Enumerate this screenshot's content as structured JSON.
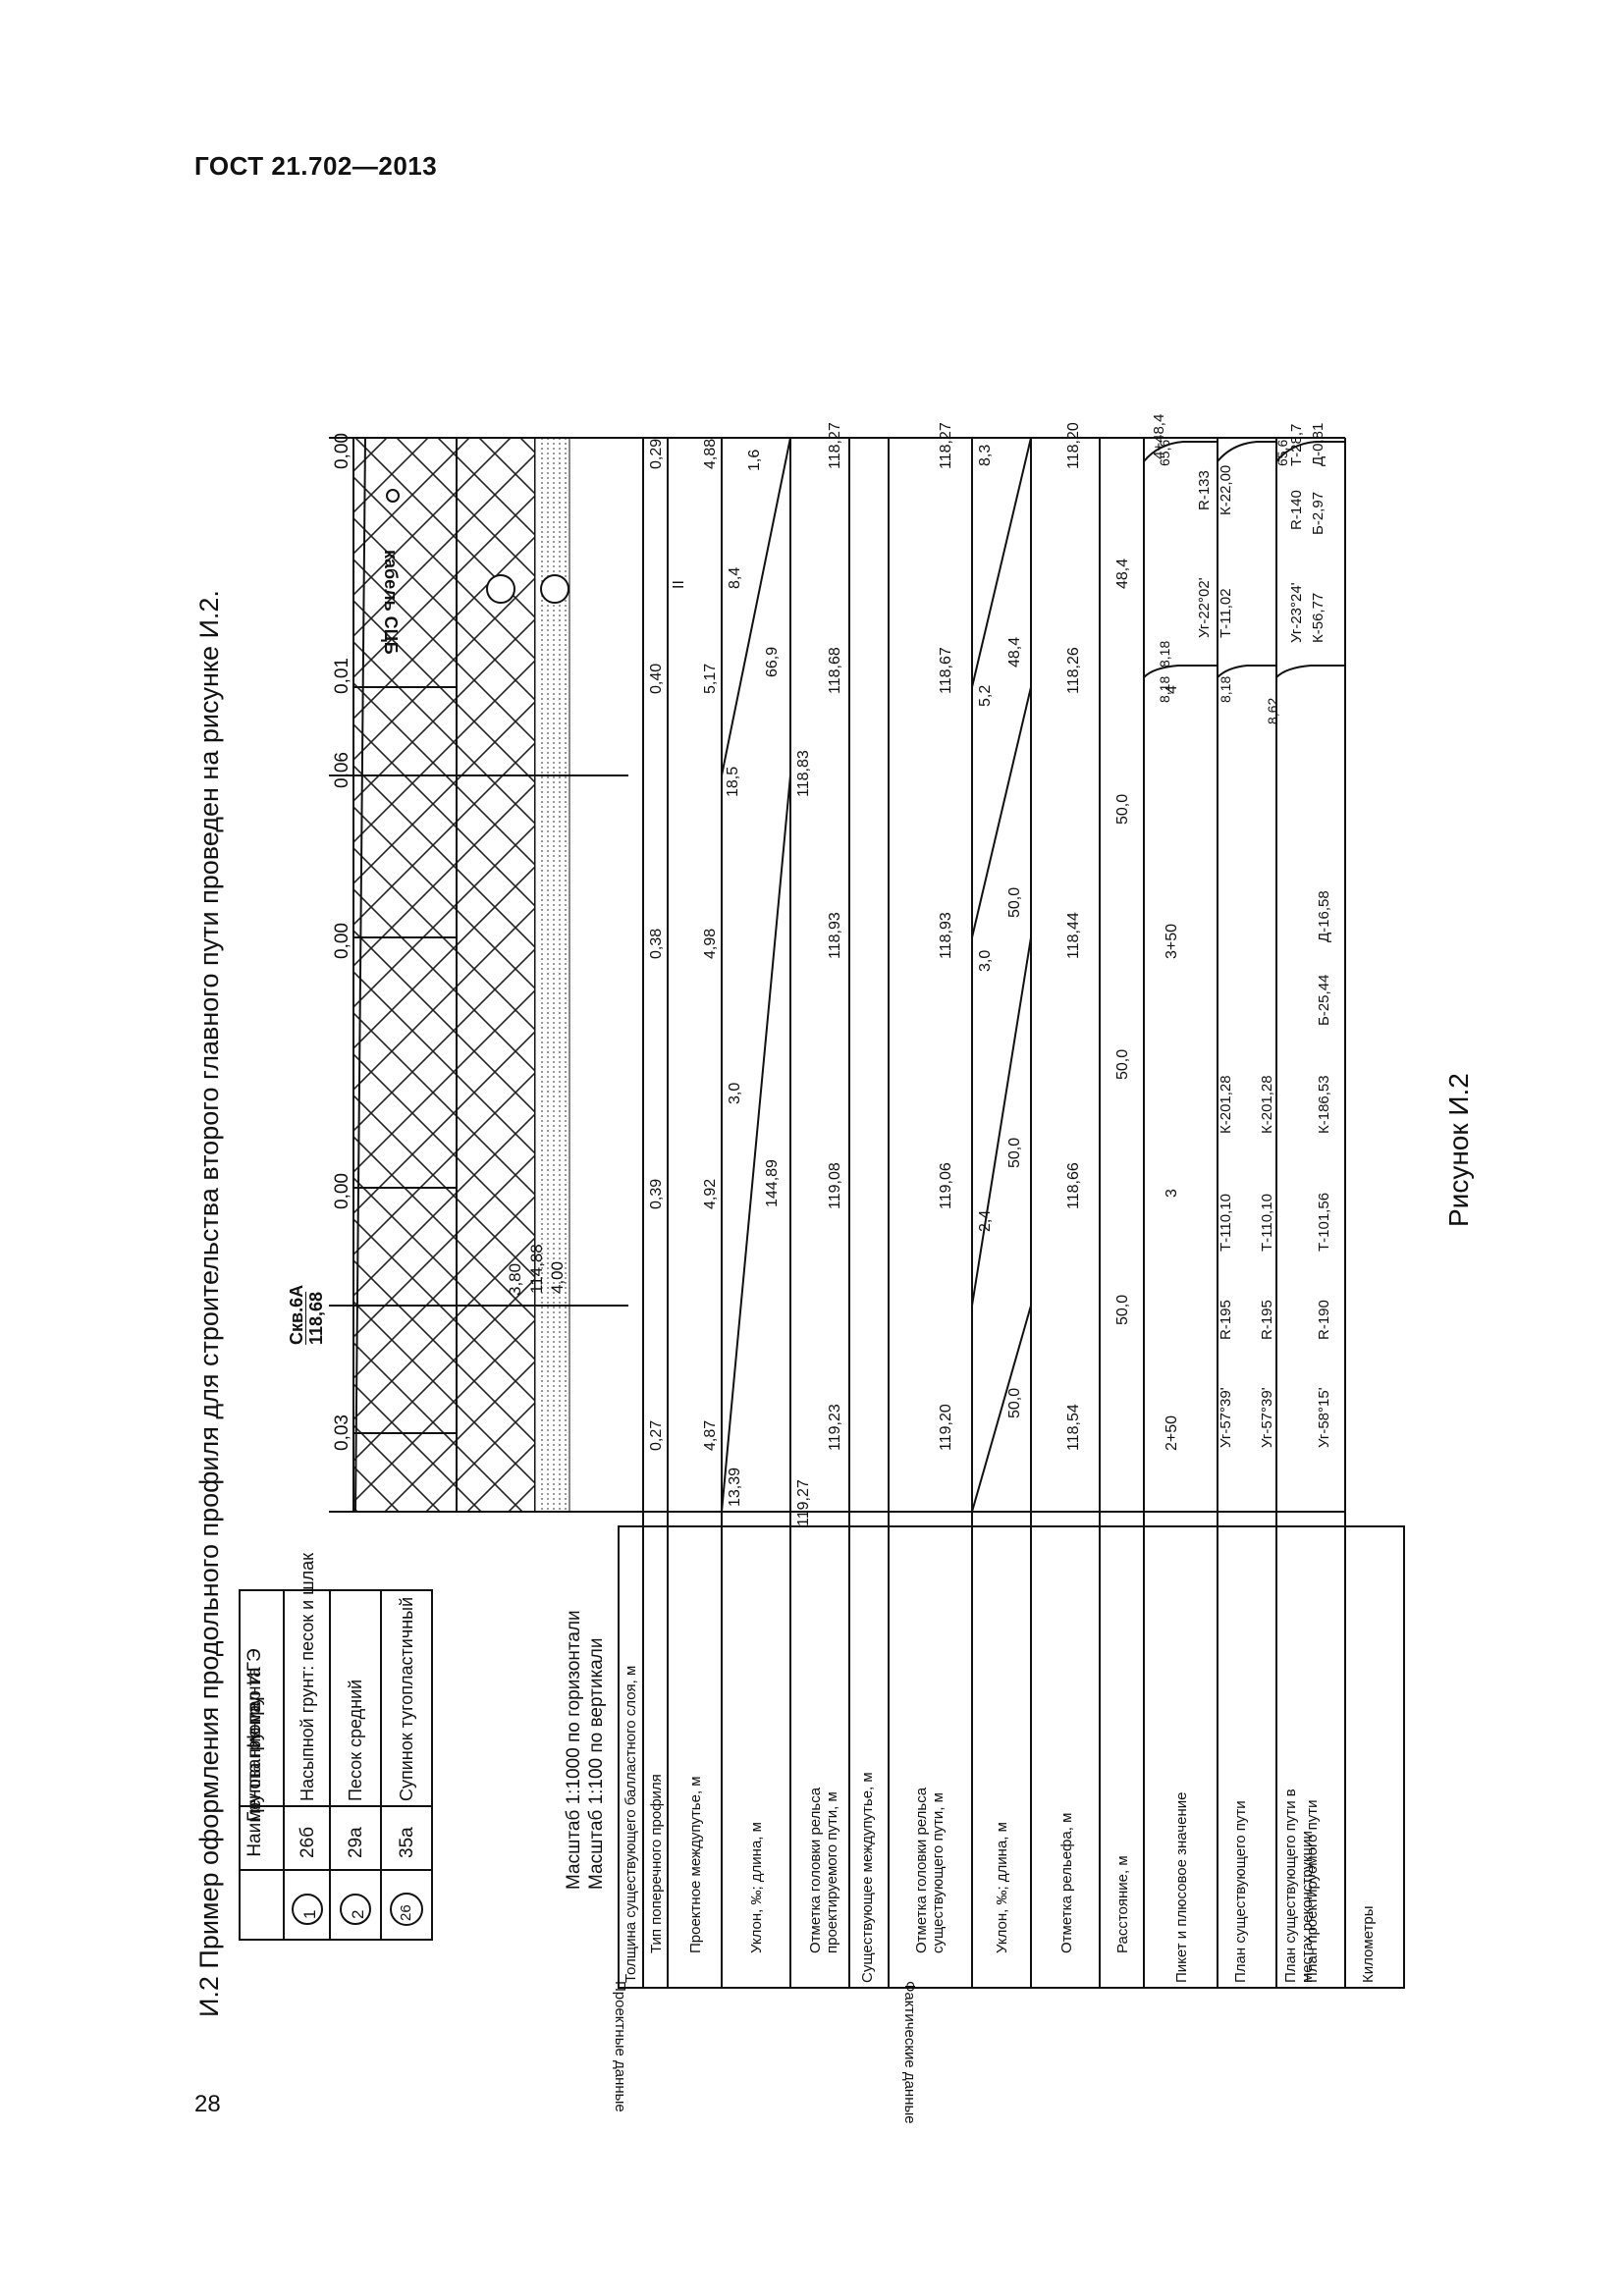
{
  "header": {
    "standard": "ГОСТ 21.702—2013"
  },
  "page_number": "28",
  "caption": "И.2 Пример оформления продольного профиля для строительства второго главного пути проведен на рисунке И.2.",
  "figure_label": "Рисунок И.2",
  "soil_legend": {
    "headers": [
      "Номер ИГЭ",
      "Группа грунта",
      "Наименование грунта"
    ],
    "rows": [
      {
        "num": "1",
        "group": "26б",
        "name": "Насыпной грунт: песок и шлак"
      },
      {
        "num": "2",
        "group": "29а",
        "name": "Песок средний"
      },
      {
        "num": "26",
        "group": "35а",
        "name": "Супинок тугопластичный"
      }
    ]
  },
  "scale": {
    "horizontal": "Масштаб 1:1000 по горизонтали",
    "vertical": "Масштаб 1:100 по вертикали"
  },
  "borehole": {
    "label": "Скв.6А",
    "elevation": "118,68",
    "depth": "3,80",
    "annot1": "114,88",
    "annot2": "4,00"
  },
  "cable_label": "кабель СЦБ",
  "top_values": [
    "0,03",
    "0,00",
    "0,00",
    "0,06",
    "0,01",
    "0,00"
  ],
  "rows_labels": {
    "ballast": "Толщина существующего балластного слоя, м",
    "profile_type": "Тип поперечного профиля",
    "design_spacing": "Проектное междупутье, м",
    "design_slope": "Уклон, ‰; длина, м",
    "design_rail": "Отметка головки рельса проектируемого пути, м",
    "existing_spacing": "Существующее междупутье, м",
    "existing_rail": "Отметка головки рельса существующего пути, м",
    "actual_slope": "Уклон, ‰; длина, м",
    "relief": "Отметка рельефа, м",
    "distance": "Расстояние, м",
    "picket": "Пикет и плюсовое значение",
    "plan_existing": "План существующего пути",
    "plan_reconstr": "План существующего пути в местах реконструкции",
    "plan_design": "План проектируемого пути",
    "kilometers": "Километры"
  },
  "group_labels": {
    "design": "Проектные данные",
    "actual": "Фактические данные"
  },
  "ballast_values": [
    "0,27",
    "0,39",
    "0,38",
    "0,40",
    "0,29"
  ],
  "profile_type_value": "II",
  "design_spacing_values": [
    "4,87",
    "4,92",
    "4,98",
    "5,17",
    "4,88"
  ],
  "design_slope": {
    "seg1_slope": "3,0",
    "seg1_len": "144,89",
    "start": "13,39",
    "mid": "18,5",
    "seg2_slope": "8,4",
    "seg2_len": "66,9",
    "end": "1,6"
  },
  "design_rail_values": [
    "119,27",
    "119,23",
    "119,08",
    "118,93",
    "118,83",
    "118,68",
    "118,27"
  ],
  "existing_rail_values": [
    "119,20",
    "119,06",
    "118,93",
    "118,67",
    "118,27"
  ],
  "actual_slope": {
    "s1": "2,4",
    "l1": "50,0",
    "s2": "3,0",
    "l2": "50,0",
    "s3": "5,2",
    "l3": "48,4",
    "s4": "8,3",
    "start": "50,0"
  },
  "relief_values": [
    "118,54",
    "118,66",
    "118,44",
    "118,26",
    "118,20"
  ],
  "distance_values": [
    "50,0",
    "50,0",
    "50,0",
    "48,4"
  ],
  "pickets": [
    "2+50",
    "3",
    "3+50",
    "4",
    "4+48,4"
  ],
  "picket_small": [
    "8,18",
    "65,6"
  ],
  "plan_existing": {
    "a": "Уг-57°39'",
    "b": "R-195",
    "c": "Т-110,10",
    "d": "К-201,28",
    "e": "Уг-22°02'",
    "f": "R-133",
    "g": "Т-11,02",
    "h": "К-22,00",
    "n1": "8,18"
  },
  "plan_reconstr": {
    "a": "Уг-57°39'",
    "b": "R-195",
    "c": "Т-110,10",
    "d": "К-201,28",
    "n1": "8,18"
  },
  "plan_design": {
    "a": "Уг-58°15'",
    "b": "R-190",
    "c": "Т-101,56",
    "d": "К-186,53",
    "e": "Б-25,44",
    "f": "Д-16,58",
    "g": "Уг-23°24'",
    "h": "R-140",
    "i": "Т-28,7",
    "j": "К-56,77",
    "k": "Б-2,97",
    "l": "Д-0,81",
    "n1": "8,62",
    "n2": "65,6"
  }
}
